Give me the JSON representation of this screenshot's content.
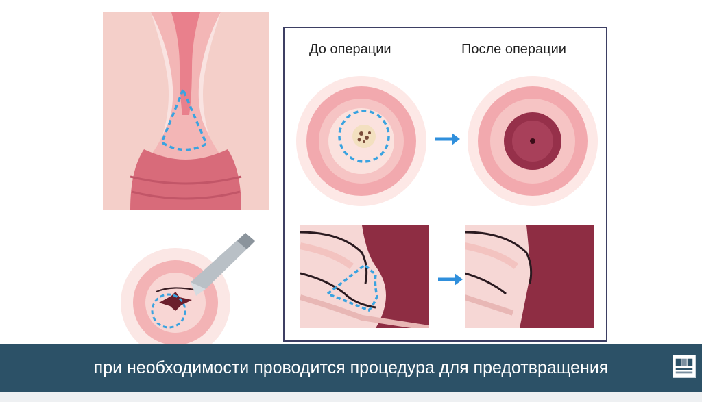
{
  "panel": {
    "before_title": "До операции",
    "after_title": "После операции"
  },
  "caption": {
    "text": "при необходимости проводится процедура для предотвращения"
  },
  "colors": {
    "caption_bg": "#2c5167",
    "panel_border": "#3d3f63",
    "dashed_outline": "#3aa3e0",
    "arrow": "#2f8fdc",
    "tissue_pink": "#f2a9ae",
    "tissue_deep": "#8e2d43"
  },
  "logo": {
    "icon": "health-systems-logo-icon"
  }
}
